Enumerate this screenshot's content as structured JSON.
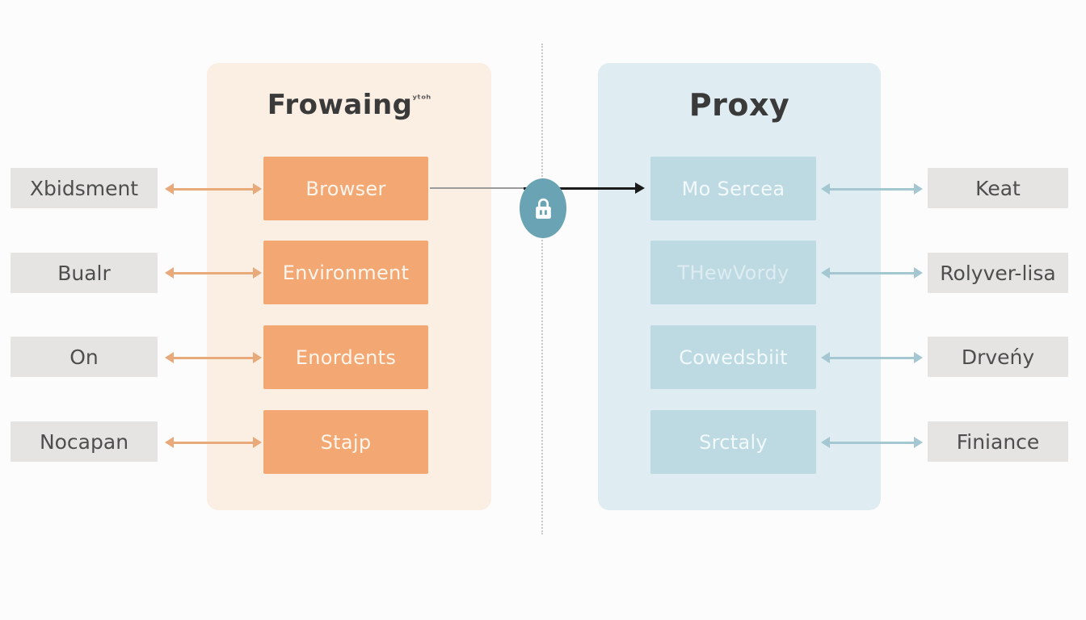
{
  "left_panel": {
    "title": "Frowaing",
    "title_sup": "ʸᵗᵒʰ",
    "nodes": [
      "Browser",
      "Environment",
      "Enordents",
      "Stajp"
    ],
    "colors": {
      "panel_bg": "#fbeee2",
      "node_bg": "#f3a873",
      "node_text": "#fdf5ec",
      "arrow": "#e8a97b"
    }
  },
  "right_panel": {
    "title": "Proxy",
    "nodes": [
      "Mo Sercea",
      "THewVordy",
      "Cowedsbiit",
      "Srctaly"
    ],
    "colors": {
      "panel_bg": "#dfedf2",
      "node_bg": "#bdd9e2",
      "node_text": "#f2f9fb",
      "arrow": "#a4c7d2"
    }
  },
  "left_labels": [
    "Xbidsment",
    "Bualr",
    "On",
    "Nocapan"
  ],
  "right_labels": [
    "Keat",
    "Rolyver-lisa",
    "Drveńy",
    "Finiance"
  ],
  "center": {
    "icon": "lock-icon",
    "badge_color": "#69a3b4",
    "connector_color": "#1b1b1b",
    "divider_color": "#c9c9c9"
  },
  "background_color": "#fcfcfc",
  "label_colors": {
    "bg": "#e5e4e2",
    "text": "#4e4e4e"
  },
  "title_color": "#3a3a3a"
}
